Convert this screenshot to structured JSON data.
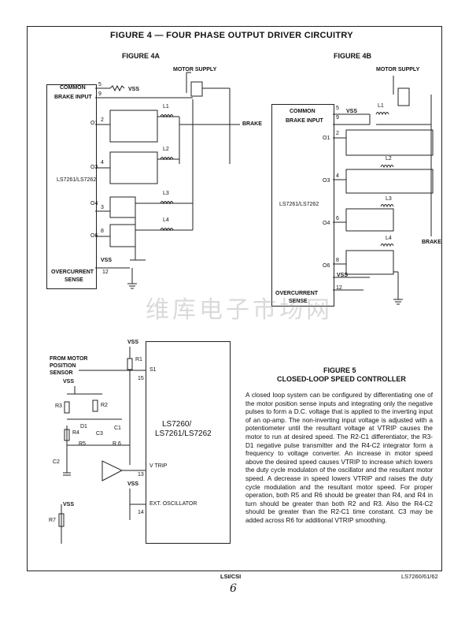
{
  "figure4": {
    "title": "FIGURE 4 — FOUR PHASE OUTPUT DRIVER CIRCUITRY",
    "a": {
      "label": "FIGURE 4A",
      "chip": "LS7261/LS7262",
      "motor_supply": "MOTOR SUPPLY",
      "common": "COMMON",
      "brake_input": "BRAKE INPUT",
      "vss_top": "VSS",
      "brake": "BRAKE",
      "vss_bottom": "VSS",
      "overcurrent": "OVERCURRENT",
      "sense": "SENSE",
      "outputs": [
        "O1",
        "O3",
        "O4",
        "O6"
      ],
      "pins": [
        "5",
        "9",
        "2",
        "4",
        "3",
        "8",
        "12"
      ],
      "coils": [
        "L1",
        "L2",
        "L3",
        "L4"
      ]
    },
    "b": {
      "label": "FIGURE 4B",
      "chip": "LS7261/LS7262",
      "motor_supply": "MOTOR SUPPLY",
      "common": "COMMON",
      "brake_input": "BRAKE INPUT",
      "vss_top": "VSS",
      "brake": "BRAKE",
      "vss_bottom": "VSS",
      "overcurrent": "OVERCURRENT",
      "sense": "SENSE",
      "outputs": [
        "O1",
        "O3",
        "O4",
        "O6"
      ],
      "pins": [
        "5",
        "9",
        "2",
        "4",
        "6",
        "8",
        "12"
      ],
      "coils": [
        "L1",
        "L2",
        "L3",
        "L4"
      ]
    }
  },
  "figure5": {
    "title_line1": "FIGURE 5",
    "title_line2": "CLOSED-LOOP SPEED CONTROLLER",
    "chip_line1": "LS7260/",
    "chip_line2": "LS7261/LS7262",
    "from_motor": [
      "FROM MOTOR",
      "POSITION",
      "SENSOR"
    ],
    "vss_labels": [
      "VSS",
      "VSS",
      "VSS",
      "VSS"
    ],
    "pin_labels": {
      "s1": "S1",
      "p15": "15",
      "vtrip": "V TRIP",
      "p13": "13",
      "ext": "EXT. OSCILLATOR",
      "p14": "14"
    },
    "components": [
      "R1",
      "R2",
      "R3",
      "D1",
      "R4",
      "C1",
      "C3",
      "R 6",
      "R5",
      "C2",
      "R7"
    ],
    "body": "A closed loop system can be configured by differentiating one of the motor position sense inputs and integrating only the negative pulses to form a D.C. voltage that is applied to the inverting input of an op-amp. The non-inverting input voltage is adjusted with a potentiometer until the resultant voltage at VTRIP causes the motor to run at desired speed. The R2-C1 differentiator, the R3-D1 negative pulse transmitter and the R4-C2 integrator form a frequency to voltage converter. An increase in motor speed above the desired speed causes VTRIP to increase which lowers the duty cycle modulaton of the oscillator and the resultant motor speed. A decrease in speed lowers VTRIP and raises the duty cycle modulation and the resultant motor speed. For proper operation, both R5 and R6 should be greater than R4, and R4 in turn should be greater than both R2 and R3. Also the R4-C2 should be greater than the R2-C1 time constant. C3 may be added across R6 for additional VTRIP smoothing."
  },
  "footer": {
    "center": "LSI/CSI",
    "right": "LS7260/61/62",
    "handwritten": "6"
  },
  "watermark": "维库电子市场网"
}
